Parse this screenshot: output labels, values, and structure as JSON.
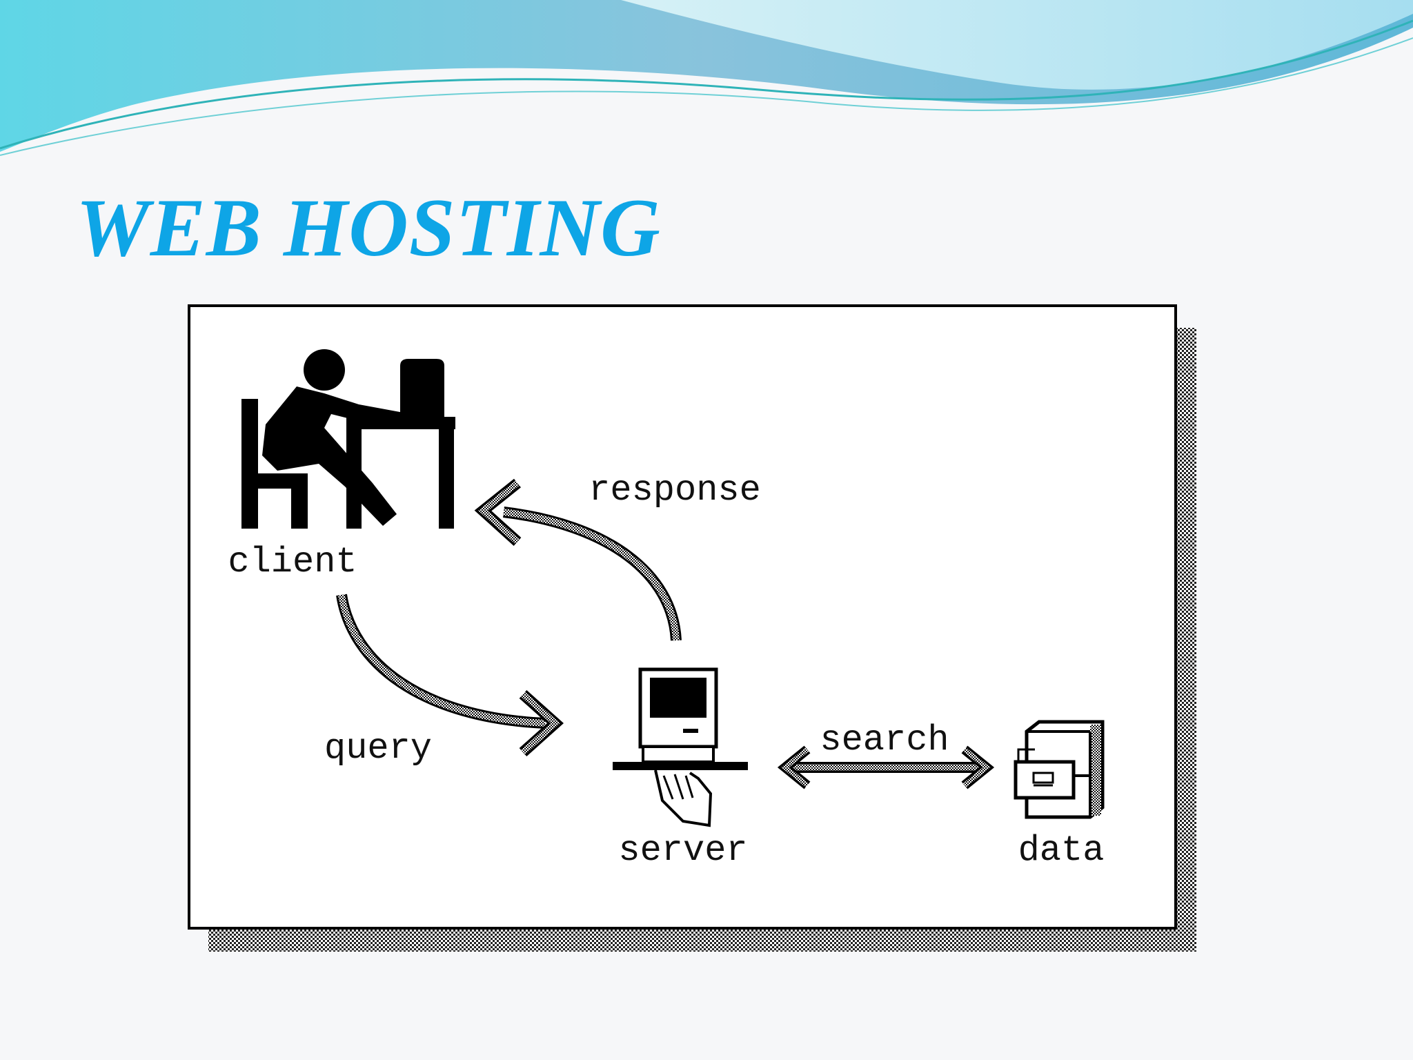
{
  "slide": {
    "title": "WEB HOSTING"
  },
  "diagram": {
    "labels": {
      "client": "client",
      "server": "server",
      "data": "data",
      "query": "query",
      "response": "response",
      "search": "search"
    }
  },
  "colors": {
    "title": "#0ea5e6",
    "wave_light": "#b9e4f2",
    "wave_mid": "#7dc7e0",
    "wave_teal": "#3cc0c8",
    "ink": "#111111"
  }
}
